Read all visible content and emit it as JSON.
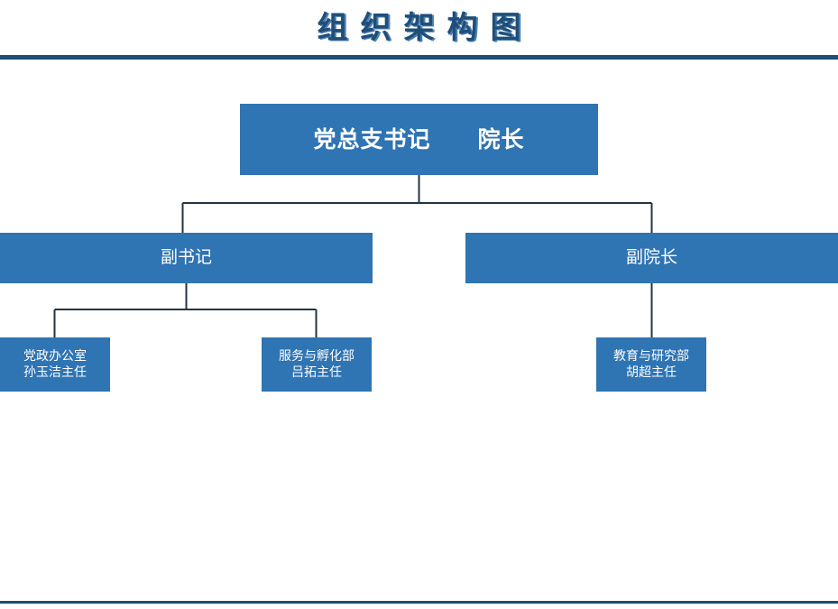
{
  "header": {
    "title": "组织架构图"
  },
  "chart_data": {
    "type": "diagram",
    "diagram_type": "organizational-chart",
    "title": "组织架构图",
    "orientation": "top-down",
    "colors": {
      "node_fill": "#2F74B3",
      "node_text": "#FFFFFF",
      "connector": "#253441",
      "title_text": "#1F4E79",
      "title_shadow": "#4E81B5",
      "rule": "#1F4E79",
      "background": "#FFFFFF"
    },
    "levels": 3,
    "nodes": [
      {
        "id": "director",
        "level": 1,
        "label": "党总支书记　　院长",
        "bold": true,
        "parent": null
      },
      {
        "id": "deputy-secretary",
        "level": 2,
        "label": "副书记",
        "bold": false,
        "parent": "director"
      },
      {
        "id": "deputy-dean",
        "level": 2,
        "label": "副院长",
        "bold": false,
        "parent": "director"
      },
      {
        "id": "party-office",
        "level": 3,
        "label": "党政办公室\n孙玉洁主任",
        "department": "党政办公室",
        "person": "孙玉洁主任",
        "bold": false,
        "parent": "deputy-secretary"
      },
      {
        "id": "service-incubation",
        "level": 3,
        "label": "服务与孵化部\n吕拓主任",
        "department": "服务与孵化部",
        "person": "吕拓主任",
        "bold": false,
        "parent": "deputy-secretary"
      },
      {
        "id": "education-research",
        "level": 3,
        "label": "教育与研究部\n胡超主任",
        "department": "教育与研究部",
        "person": "胡超主任",
        "bold": false,
        "parent": "deputy-dean"
      }
    ],
    "edges": [
      {
        "from": "director",
        "to": "deputy-secretary"
      },
      {
        "from": "director",
        "to": "deputy-dean"
      },
      {
        "from": "deputy-secretary",
        "to": "party-office"
      },
      {
        "from": "deputy-secretary",
        "to": "service-incubation"
      },
      {
        "from": "deputy-dean",
        "to": "education-research"
      }
    ]
  }
}
